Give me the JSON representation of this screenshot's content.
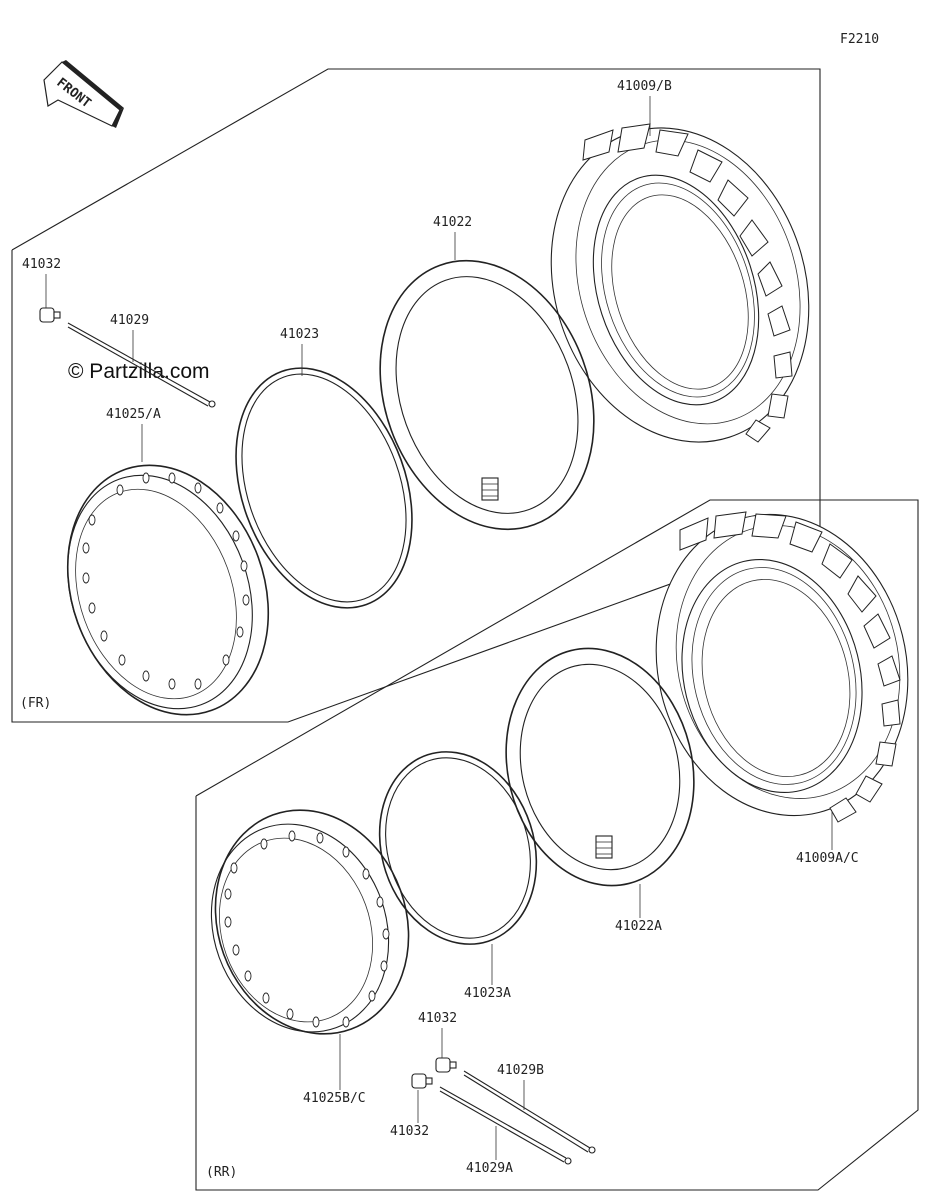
{
  "figure_code": "F2210",
  "watermark": "© Partzilla.com",
  "front_arrow_text": "FRONT",
  "groups": {
    "front": "(FR)",
    "rear": "(RR)"
  },
  "labels": {
    "fr_tire": "41009/B",
    "fr_tube": "41022",
    "fr_band": "41023",
    "fr_nipple": "41032",
    "fr_spoke": "41029",
    "fr_rim": "41025/A",
    "rr_tire": "41009A/C",
    "rr_tube": "41022A",
    "rr_band": "41023A",
    "rr_nipple_top": "41032",
    "rr_nipple_bottom": "41032",
    "rr_spoke_b": "41029B",
    "rr_spoke_a": "41029A",
    "rr_rim": "41025B/C"
  }
}
